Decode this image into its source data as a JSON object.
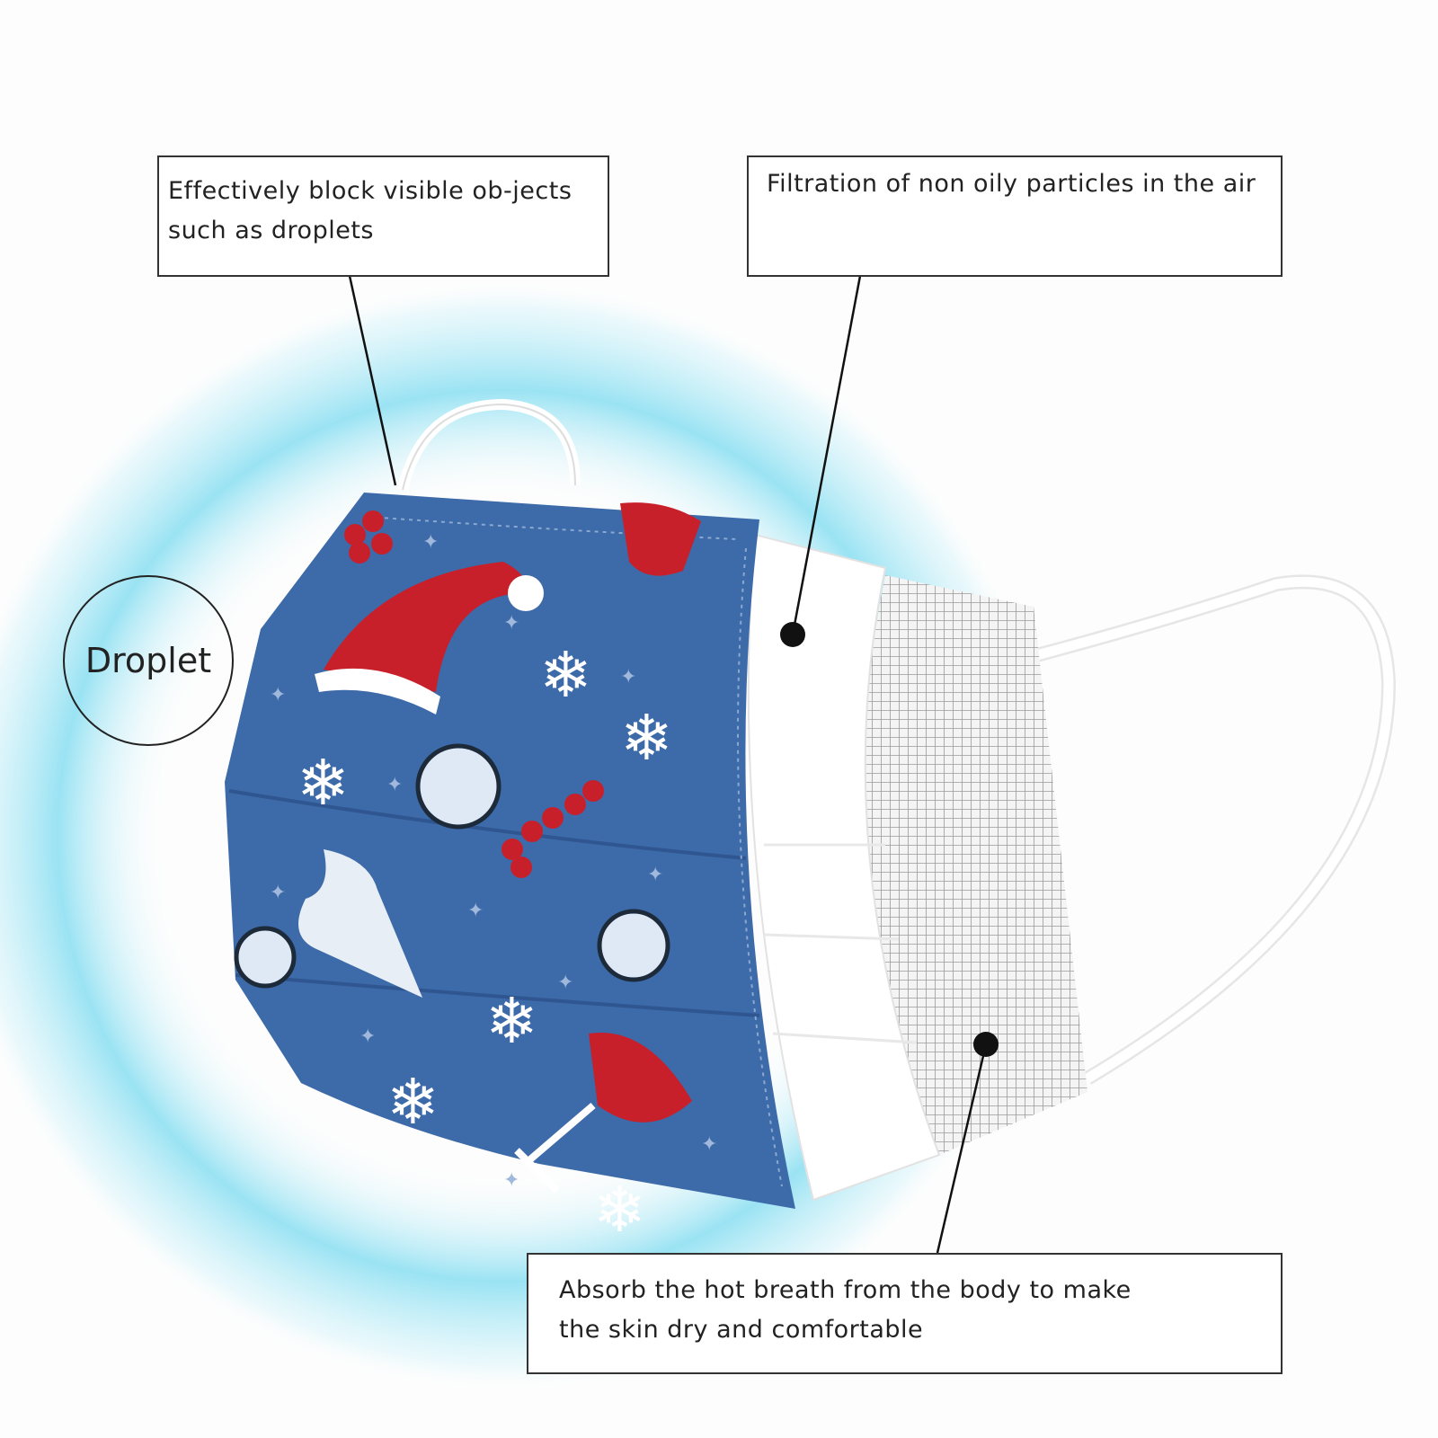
{
  "callouts": {
    "outer_layer": "Effectively block visible ob-jects such as droplets",
    "middle_layer": "Filtration of non oily particles in the air",
    "inner_layer": "Absorb the hot breath from the body to make the skin dry and comfortable"
  },
  "droplet_label": "Droplet",
  "colors": {
    "mask_blue": "#3d6aa8",
    "accent_red": "#c8202a",
    "glow": "#8fe0f2"
  }
}
